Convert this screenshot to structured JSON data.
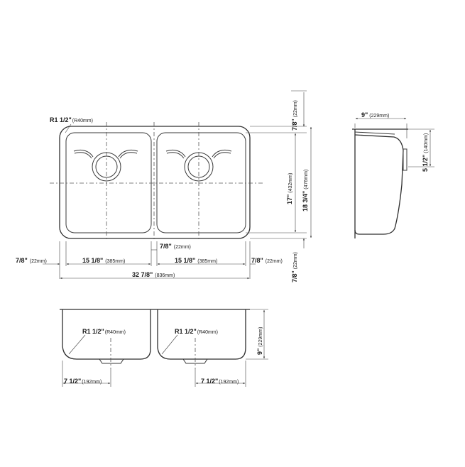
{
  "top_view": {
    "corner_radius": {
      "imperial": "R1 1/2\"",
      "metric": "(R40mm)"
    },
    "bowl_width_left": {
      "imperial": "15 1/8\"",
      "metric": "(385mm)"
    },
    "bowl_width_right": {
      "imperial": "15 1/8\"",
      "metric": "(385mm)"
    },
    "left_rim": {
      "imperial": "7/8\"",
      "metric": "(22mm)"
    },
    "right_rim": {
      "imperial": "7/8\"",
      "metric": "(22mm)"
    },
    "divider": {
      "imperial": "7/8\"",
      "metric": "(22mm)"
    },
    "overall_width": {
      "imperial": "32 7/8\"",
      "metric": "(836mm)"
    },
    "top_rim": {
      "imperial": "7/8\"",
      "metric": "(22mm)"
    },
    "bowl_depth_front_back": {
      "imperial": "17\"",
      "metric": "(432mm)"
    },
    "overall_depth": {
      "imperial": "18 3/4\"",
      "metric": "(476mm)"
    },
    "bottom_rim": {
      "imperial": "7/8\"",
      "metric": "(22mm)"
    }
  },
  "side_view": {
    "depth": {
      "imperial": "9\"",
      "metric": "(229mm)"
    },
    "drain_offset": {
      "imperial": "5 1/2\"",
      "metric": "(140mm)"
    }
  },
  "front_view": {
    "radius_left": {
      "imperial": "R1 1/2\"",
      "metric": "(R40mm)"
    },
    "radius_right": {
      "imperial": "R1 1/2\"",
      "metric": "(R40mm)"
    },
    "depth": {
      "imperial": "9\"",
      "metric": "(229mm)"
    },
    "drain_left": {
      "imperial": "7 1/2\"",
      "metric": "(192mm)"
    },
    "drain_right": {
      "imperial": "7 1/2\"",
      "metric": "(192mm)"
    }
  }
}
